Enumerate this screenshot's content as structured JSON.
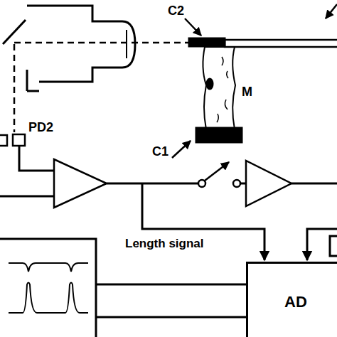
{
  "diagram": {
    "nodes": [
      {
        "text": [
          "AD"
        ]
      }
    ],
    "labels": [
      "C2",
      "PD2",
      "M",
      "C1",
      "Length signal"
    ]
  }
}
